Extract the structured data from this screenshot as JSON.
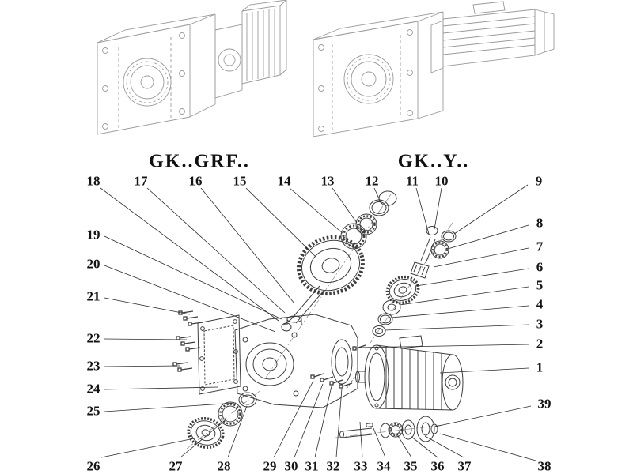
{
  "titles": {
    "left_variant": "GK..GRF..",
    "right_variant": "GK..Y.."
  },
  "exploded_view": {
    "callouts": [
      {
        "num": "18",
        "label": [
          118,
          229
        ],
        "line": [
          127,
          238,
          352,
          406
        ]
      },
      {
        "num": "17",
        "label": [
          178,
          229
        ],
        "line": [
          186,
          238,
          360,
          396
        ]
      },
      {
        "num": "16",
        "label": [
          247,
          229
        ],
        "line": [
          254,
          238,
          372,
          384
        ]
      },
      {
        "num": "15",
        "label": [
          303,
          229
        ],
        "line": [
          311,
          238,
          398,
          324
        ]
      },
      {
        "num": "14",
        "label": [
          359,
          229
        ],
        "line": [
          366,
          238,
          434,
          296
        ]
      },
      {
        "num": "13",
        "label": [
          414,
          229
        ],
        "line": [
          420,
          238,
          451,
          282
        ]
      },
      {
        "num": "12",
        "label": [
          470,
          229
        ],
        "line": [
          473,
          238,
          481,
          256
        ]
      },
      {
        "num": "11",
        "label": [
          521,
          229
        ],
        "line": [
          526,
          238,
          542,
          296
        ]
      },
      {
        "num": "10",
        "label": [
          558,
          229
        ],
        "line": [
          558,
          238,
          549,
          290
        ]
      },
      {
        "num": "9",
        "label": [
          681,
          229
        ],
        "line": [
          667,
          234,
          574,
          296
        ]
      },
      {
        "num": "8",
        "label": [
          682,
          282
        ],
        "line": [
          668,
          285,
          566,
          315
        ]
      },
      {
        "num": "7",
        "label": [
          682,
          312
        ],
        "line": [
          668,
          314,
          548,
          338
        ]
      },
      {
        "num": "6",
        "label": [
          682,
          338
        ],
        "line": [
          668,
          340,
          526,
          362
        ]
      },
      {
        "num": "5",
        "label": [
          682,
          361
        ],
        "line": [
          668,
          363,
          505,
          386
        ]
      },
      {
        "num": "4",
        "label": [
          682,
          385
        ],
        "line": [
          668,
          387,
          494,
          402
        ]
      },
      {
        "num": "3",
        "label": [
          682,
          410
        ],
        "line": [
          668,
          411,
          486,
          418
        ]
      },
      {
        "num": "2",
        "label": [
          682,
          435
        ],
        "line": [
          668,
          436,
          452,
          440
        ]
      },
      {
        "num": "1",
        "label": [
          682,
          465
        ],
        "line": [
          668,
          466,
          556,
          472
        ]
      },
      {
        "num": "39",
        "label": [
          688,
          511
        ],
        "line": [
          671,
          514,
          550,
          540
        ]
      },
      {
        "num": "19",
        "label": [
          118,
          297
        ],
        "line": [
          132,
          299,
          356,
          404
        ]
      },
      {
        "num": "20",
        "label": [
          118,
          334
        ],
        "line": [
          132,
          336,
          348,
          420
        ]
      },
      {
        "num": "21",
        "label": [
          118,
          375
        ],
        "line": [
          132,
          377,
          240,
          398
        ]
      },
      {
        "num": "22",
        "label": [
          118,
          428
        ],
        "line": [
          132,
          429,
          236,
          430
        ]
      },
      {
        "num": "23",
        "label": [
          118,
          463
        ],
        "line": [
          132,
          464,
          228,
          463
        ]
      },
      {
        "num": "24",
        "label": [
          118,
          492
        ],
        "line": [
          132,
          493,
          276,
          490
        ]
      },
      {
        "num": "25",
        "label": [
          118,
          520
        ],
        "line": [
          132,
          521,
          298,
          510
        ]
      },
      {
        "num": "26",
        "label": [
          118,
          590
        ],
        "line": [
          128,
          579,
          250,
          554
        ]
      },
      {
        "num": "27",
        "label": [
          222,
          590
        ],
        "line": [
          228,
          579,
          287,
          530
        ]
      },
      {
        "num": "28",
        "label": [
          283,
          590
        ],
        "line": [
          288,
          579,
          312,
          514
        ]
      },
      {
        "num": "29",
        "label": [
          341,
          590
        ],
        "line": [
          346,
          579,
          396,
          482
        ]
      },
      {
        "num": "30",
        "label": [
          368,
          590
        ],
        "line": [
          372,
          579,
          408,
          486
        ]
      },
      {
        "num": "31",
        "label": [
          394,
          590
        ],
        "line": [
          398,
          579,
          419,
          489
        ]
      },
      {
        "num": "32",
        "label": [
          421,
          590
        ],
        "line": [
          425,
          579,
          432,
          492
        ]
      },
      {
        "num": "33",
        "label": [
          456,
          590
        ],
        "line": [
          458,
          579,
          455,
          534
        ]
      },
      {
        "num": "34",
        "label": [
          485,
          590
        ],
        "line": [
          487,
          579,
          472,
          542
        ]
      },
      {
        "num": "35",
        "label": [
          519,
          590
        ],
        "line": [
          520,
          579,
          503,
          552
        ]
      },
      {
        "num": "36",
        "label": [
          553,
          590
        ],
        "line": [
          553,
          579,
          519,
          552
        ]
      },
      {
        "num": "37",
        "label": [
          587,
          590
        ],
        "line": [
          586,
          579,
          537,
          552
        ]
      },
      {
        "num": "38",
        "label": [
          688,
          590
        ],
        "line": [
          677,
          583,
          556,
          549
        ]
      }
    ]
  },
  "colors": {
    "line_dark": "#3d3d3d",
    "line_light": "#9b9b9b",
    "leader": "#2b2b2b"
  }
}
